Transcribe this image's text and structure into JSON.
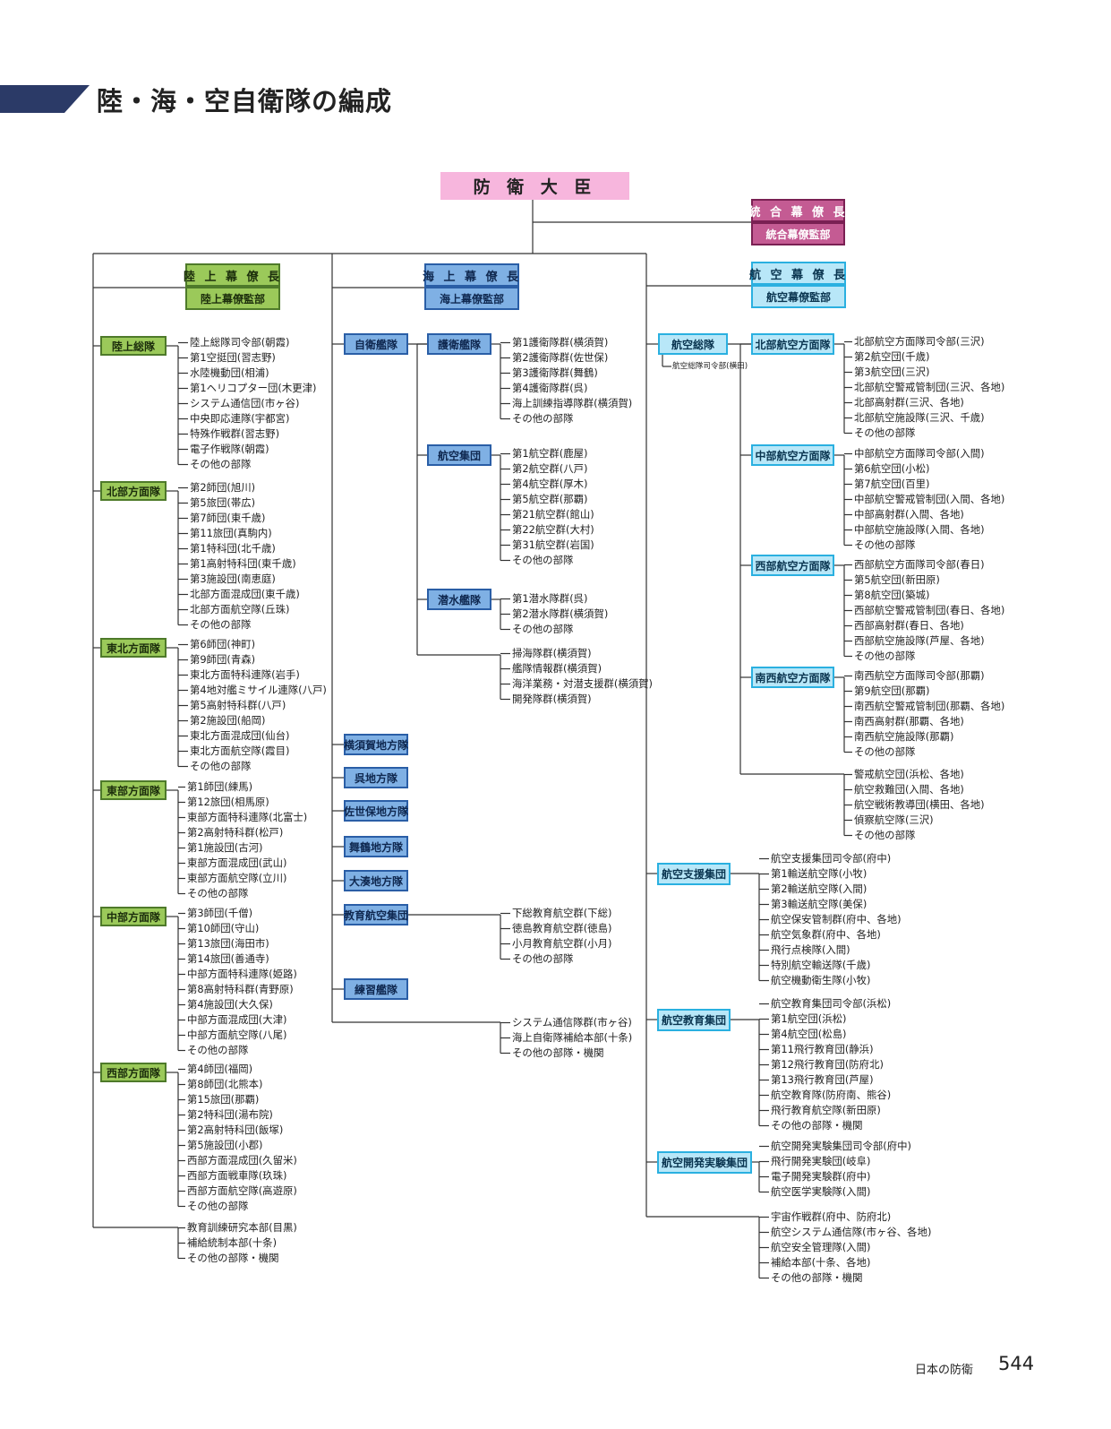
{
  "title": "陸・海・空自衛隊の編成",
  "top": {
    "minister": "防 衛 大 臣",
    "joint_chief": "統 合 幕 僚 長",
    "joint_staff": "統合幕僚監部"
  },
  "gsdf": {
    "chief": "陸 上 幕 僚 長",
    "staff": "陸上幕僚監部",
    "units": [
      {
        "name": "陸上総隊",
        "items": [
          "陸上総隊司令部(朝霞)",
          "第1空挺団(習志野)",
          "水陸機動団(相浦)",
          "第1ヘリコプター団(木更津)",
          "システム通信団(市ヶ谷)",
          "中央即応連隊(宇都宮)",
          "特殊作戦群(習志野)",
          "電子作戦隊(朝霞)",
          "その他の部隊"
        ]
      },
      {
        "name": "北部方面隊",
        "items": [
          "第2師団(旭川)",
          "第5旅団(帯広)",
          "第7師団(東千歳)",
          "第11旅団(真駒内)",
          "第1特科団(北千歳)",
          "第1高射特科団(東千歳)",
          "第3施設団(南恵庭)",
          "北部方面混成団(東千歳)",
          "北部方面航空隊(丘珠)",
          "その他の部隊"
        ]
      },
      {
        "name": "東北方面隊",
        "items": [
          "第6師団(神町)",
          "第9師団(青森)",
          "東北方面特科連隊(岩手)",
          "第4地対艦ミサイル連隊(八戸)",
          "第5高射特科群(八戸)",
          "第2施設団(船岡)",
          "東北方面混成団(仙台)",
          "東北方面航空隊(霞目)",
          "その他の部隊"
        ]
      },
      {
        "name": "東部方面隊",
        "items": [
          "第1師団(練馬)",
          "第12旅団(相馬原)",
          "東部方面特科連隊(北富士)",
          "第2高射特科群(松戸)",
          "第1施設団(古河)",
          "東部方面混成団(武山)",
          "東部方面航空隊(立川)",
          "その他の部隊"
        ]
      },
      {
        "name": "中部方面隊",
        "items": [
          "第3師団(千僧)",
          "第10師団(守山)",
          "第13旅団(海田市)",
          "第14旅団(善通寺)",
          "中部方面特科連隊(姫路)",
          "第8高射特科群(青野原)",
          "第4施設団(大久保)",
          "中部方面混成団(大津)",
          "中部方面航空隊(八尾)",
          "その他の部隊"
        ]
      },
      {
        "name": "西部方面隊",
        "items": [
          "第4師団(福岡)",
          "第8師団(北熊本)",
          "第15旅団(那覇)",
          "第2特科団(湯布院)",
          "第2高射特科団(飯塚)",
          "第5施設団(小郡)",
          "西部方面混成団(久留米)",
          "西部方面戦車隊(玖珠)",
          "西部方面航空隊(高遊原)",
          "その他の部隊"
        ]
      }
    ],
    "others": [
      "教育訓練研究本部(目黒)",
      "補給統制本部(十条)",
      "その他の部隊・機関"
    ]
  },
  "msdf": {
    "chief": "海 上 幕 僚 長",
    "staff": "海上幕僚監部",
    "fleet": "自衛艦隊",
    "fleet_units": [
      {
        "name": "護衛艦隊",
        "items": [
          "第1護衛隊群(横須賀)",
          "第2護衛隊群(佐世保)",
          "第3護衛隊群(舞鶴)",
          "第4護衛隊群(呉)",
          "海上訓練指導隊群(横須賀)",
          "その他の部隊"
        ]
      },
      {
        "name": "航空集団",
        "items": [
          "第1航空群(鹿屋)",
          "第2航空群(八戸)",
          "第4航空群(厚木)",
          "第5航空群(那覇)",
          "第21航空群(館山)",
          "第22航空群(大村)",
          "第31航空群(岩国)",
          "その他の部隊"
        ]
      },
      {
        "name": "潜水艦隊",
        "items": [
          "第1潜水隊群(呉)",
          "第2潜水隊群(横須賀)",
          "その他の部隊"
        ]
      }
    ],
    "fleet_direct": [
      "掃海隊群(横須賀)",
      "艦隊情報群(横須賀)",
      "海洋業務・対潜支援群(横須賀)",
      "開発隊群(横須賀)"
    ],
    "districts": [
      "横須賀地方隊",
      "呉地方隊",
      "佐世保地方隊",
      "舞鶴地方隊",
      "大湊地方隊"
    ],
    "education": {
      "name": "教育航空集団",
      "items": [
        "下総教育航空群(下総)",
        "徳島教育航空群(徳島)",
        "小月教育航空群(小月)",
        "その他の部隊"
      ]
    },
    "training": "練習艦隊",
    "others": [
      "システム通信隊群(市ヶ谷)",
      "海上自衛隊補給本部(十条)",
      "その他の部隊・機関"
    ]
  },
  "asdf": {
    "chief": "航 空 幕 僚 長",
    "staff": "航空幕僚監部",
    "command": "航空総隊",
    "command_hq": "航空総隊司令部(横田)",
    "forces": [
      {
        "name": "北部航空方面隊",
        "items": [
          "北部航空方面隊司令部(三沢)",
          "第2航空団(千歳)",
          "第3航空団(三沢)",
          "北部航空警戒管制団(三沢、各地)",
          "北部高射群(三沢、各地)",
          "北部航空施設隊(三沢、千歳)",
          "その他の部隊"
        ]
      },
      {
        "name": "中部航空方面隊",
        "items": [
          "中部航空方面隊司令部(入間)",
          "第6航空団(小松)",
          "第7航空団(百里)",
          "中部航空警戒管制団(入間、各地)",
          "中部高射群(入間、各地)",
          "中部航空施設隊(入間、各地)",
          "その他の部隊"
        ]
      },
      {
        "name": "西部航空方面隊",
        "items": [
          "西部航空方面隊司令部(春日)",
          "第5航空団(新田原)",
          "第8航空団(築城)",
          "西部航空警戒管制団(春日、各地)",
          "西部高射群(春日、各地)",
          "西部航空施設隊(芦屋、各地)",
          "その他の部隊"
        ]
      },
      {
        "name": "南西航空方面隊",
        "items": [
          "南西航空方面隊司令部(那覇)",
          "第9航空団(那覇)",
          "南西航空警戒管制団(那覇、各地)",
          "南西高射群(那覇、各地)",
          "南西航空施設隊(那覇)",
          "その他の部隊"
        ]
      }
    ],
    "command_direct": [
      "警戒航空団(浜松、各地)",
      "航空救難団(入間、各地)",
      "航空戦術教導団(横田、各地)",
      "偵察航空隊(三沢)",
      "その他の部隊"
    ],
    "groups": [
      {
        "name": "航空支援集団",
        "items": [
          "航空支援集団司令部(府中)",
          "第1輸送航空隊(小牧)",
          "第2輸送航空隊(入間)",
          "第3輸送航空隊(美保)",
          "航空保安管制群(府中、各地)",
          "航空気象群(府中、各地)",
          "飛行点検隊(入間)",
          "特別航空輸送隊(千歳)",
          "航空機動衛生隊(小牧)"
        ]
      },
      {
        "name": "航空教育集団",
        "items": [
          "航空教育集団司令部(浜松)",
          "第1航空団(浜松)",
          "第4航空団(松島)",
          "第11飛行教育団(静浜)",
          "第12飛行教育団(防府北)",
          "第13飛行教育団(芦屋)",
          "航空教育隊(防府南、熊谷)",
          "飛行教育航空隊(新田原)",
          "その他の部隊・機関"
        ]
      },
      {
        "name": "航空開発実験集団",
        "items": [
          "航空開発実験集団司令部(府中)",
          "飛行開発実験団(岐阜)",
          "電子開発実験群(府中)",
          "航空医学実験隊(入間)"
        ]
      }
    ],
    "others": [
      "宇宙作戦群(府中、防府北)",
      "航空システム通信隊(市ヶ谷、各地)",
      "航空安全管理隊(入間)",
      "補給本部(十条、各地)",
      "その他の部隊・機関"
    ]
  },
  "footer": {
    "label": "日本の防衛",
    "page": "544"
  }
}
